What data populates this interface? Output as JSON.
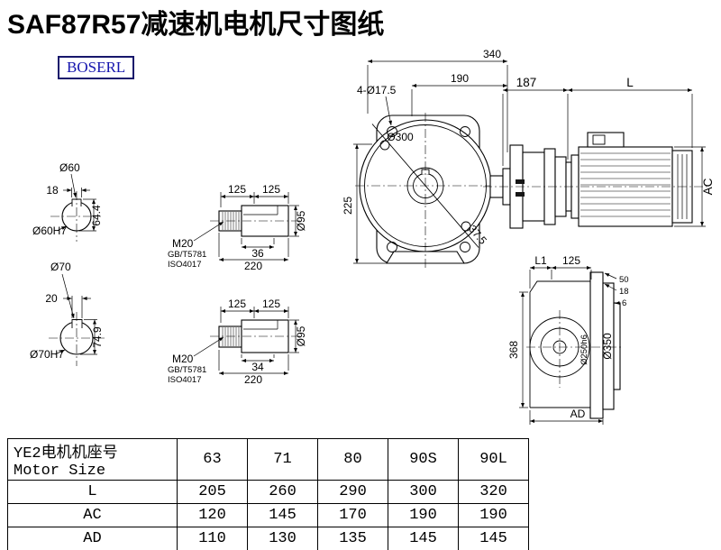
{
  "header": {
    "title": "SAF87R57减速机电机尺寸图纸",
    "logo": "BOSERL"
  },
  "shaft60": {
    "dia": "Ø60",
    "height": "64.4",
    "key": "18",
    "bore": "Ø60H7"
  },
  "shaft70": {
    "dia": "Ø70",
    "height": "74.9",
    "key": "20",
    "bore": "Ø70H7"
  },
  "detail_top": {
    "d125a": "125",
    "d125b": "125",
    "thread": "M20",
    "std1": "GB/T5781",
    "std2": "ISO4017",
    "key_len": "36",
    "total": "220",
    "dia": "Ø95"
  },
  "detail_bottom": {
    "d125a": "125",
    "d125b": "125",
    "thread": "M20",
    "std1": "GB/T5781",
    "std2": "ISO4017",
    "key_len": "34",
    "total": "220",
    "dia": "Ø95"
  },
  "front_view": {
    "width": "340",
    "inner": "190",
    "holes": "4-Ø17.5",
    "flange": "Ø300",
    "height": "225",
    "foot": "37.5"
  },
  "side_view": {
    "gap": "187",
    "len": "L",
    "dia": "AC"
  },
  "rear_view": {
    "l1": "L1",
    "d125": "125",
    "d50": "50",
    "d18": "18",
    "d6": "6",
    "height": "368",
    "spigot": "Ø250h6",
    "flange": "Ø350",
    "width": "AD"
  },
  "table": {
    "header_cn": "YE2电机机座号",
    "header_en": "Motor Size",
    "sizes": [
      "63",
      "71",
      "80",
      "90S",
      "90L"
    ],
    "rows": [
      {
        "label": "L",
        "values": [
          "205",
          "260",
          "290",
          "300",
          "320"
        ]
      },
      {
        "label": "AC",
        "values": [
          "120",
          "145",
          "170",
          "190",
          "190"
        ]
      },
      {
        "label": "AD",
        "values": [
          "110",
          "130",
          "135",
          "145",
          "145"
        ]
      }
    ]
  }
}
